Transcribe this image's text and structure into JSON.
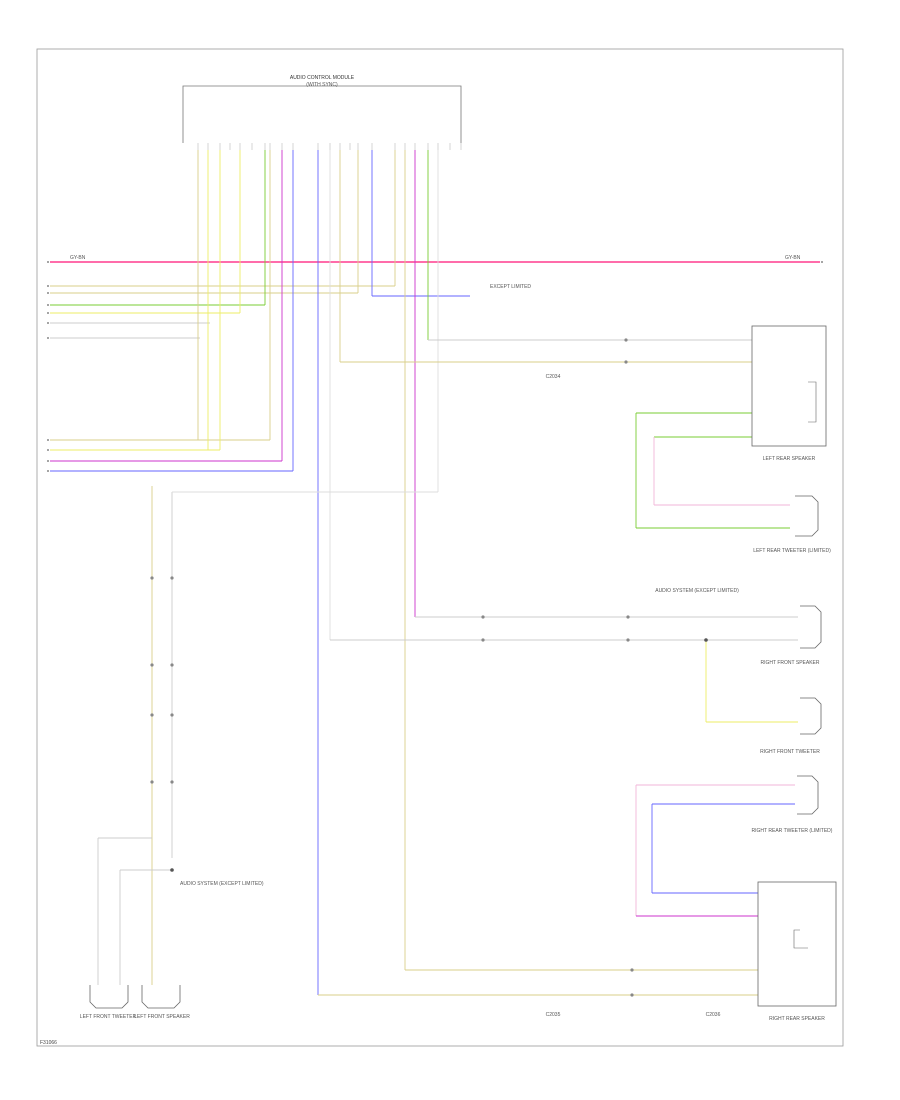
{
  "diagram": {
    "id": "F31066",
    "top_connector": {
      "title_line1": "AUDIO CONTROL MODULE",
      "title_line2": "(WITH SYNC)"
    },
    "ground": {
      "left_label": "GY-BN",
      "right_label": "GY-BN"
    },
    "components": {
      "left_rear_speaker": "LEFT REAR SPEAKER",
      "left_rear_tweeter": "LEFT REAR TWEETER (LIMITED)",
      "right_front_speaker": "RIGHT FRONT SPEAKER",
      "right_front_tweeter": "RIGHT FRONT TWEETER",
      "right_rear_tweeter": "RIGHT REAR TWEETER (LIMITED)",
      "right_rear_speaker": "RIGHT REAR SPEAKER",
      "left_front_tweeter": "LEFT FRONT TWEETER",
      "left_front_speaker": "LEFT FRONT SPEAKER"
    },
    "notes": {
      "left_splice": "EXCEPT LIMITED",
      "right_splice": "AUDIO SYSTEM (EXCEPT LIMITED)",
      "left_lower_note": "AUDIO SYSTEM (EXCEPT LIMITED)"
    },
    "harness": {
      "h1": "C2034",
      "h2": "C2035",
      "h3": "C2036"
    },
    "colors": {
      "pink": "#ff3b8d",
      "tan": "#d9cf8a",
      "yellow": "#eeee66",
      "green": "#7acc33",
      "blue": "#6666ff",
      "violet": "#cc33cc",
      "grey": "#bbbbbb"
    }
  }
}
